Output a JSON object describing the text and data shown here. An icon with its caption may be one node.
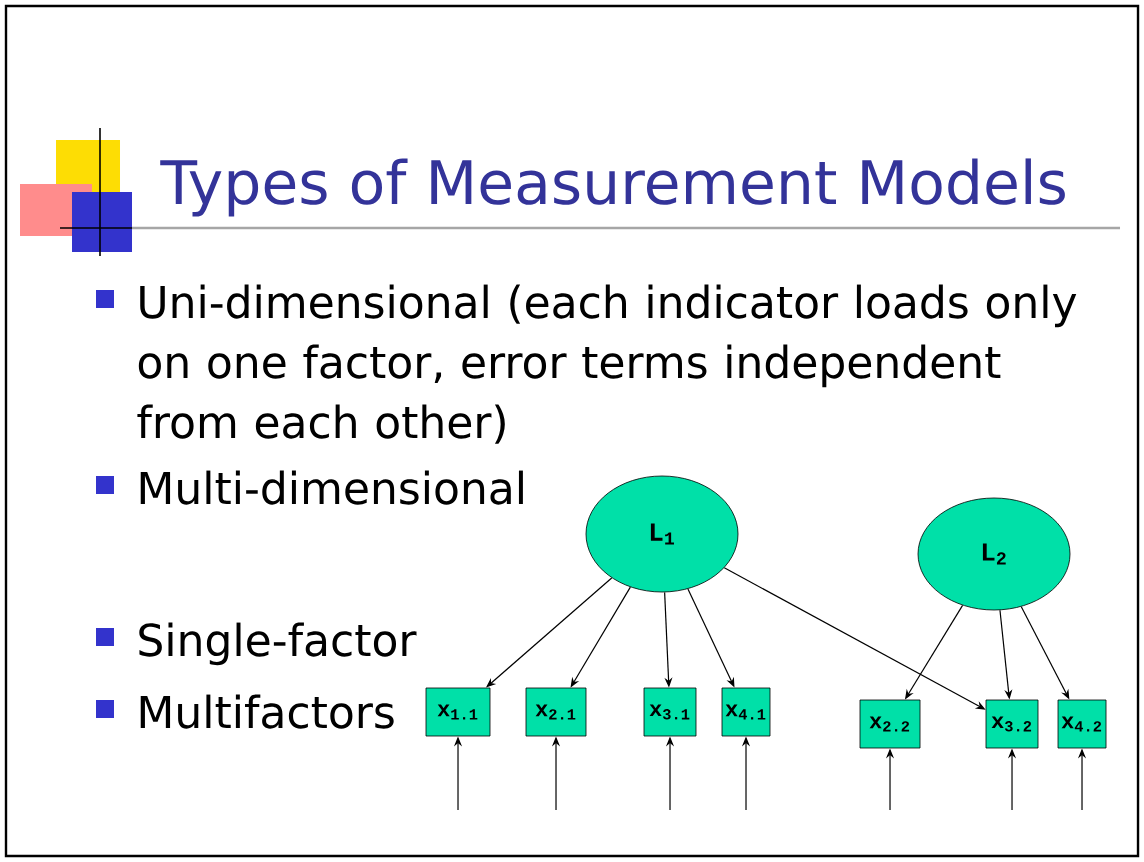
{
  "diagram": {
    "title": "Types of Measurement Models",
    "nodes": [
      {
        "text": [
          "L$_{1}$"
        ]
      },
      {
        "text": [
          "L$_{2}$"
        ]
      },
      {
        "text": [
          "x$_{1.1}$"
        ]
      },
      {
        "text": [
          "x$_{2.1}$"
        ]
      },
      {
        "text": [
          "x$_{3.1}$"
        ]
      },
      {
        "text": [
          "x$_{4.1}$"
        ]
      },
      {
        "text": [
          "x$_{2.2}$"
        ]
      },
      {
        "text": [
          "x$_{3.2}$"
        ]
      },
      {
        "text": [
          "x$_{4.2}$"
        ]
      }
    ],
    "edges": [
      {
        "from": 0,
        "to": 2,
        "arrow": "to"
      },
      {
        "from": 0,
        "to": 3,
        "arrow": "to"
      },
      {
        "from": 0,
        "to": 4,
        "arrow": "to"
      },
      {
        "from": 0,
        "to": 5,
        "arrow": "to"
      },
      {
        "from": 0,
        "to": 7,
        "arrow": "to"
      },
      {
        "from": 1,
        "to": 6,
        "arrow": "to"
      },
      {
        "from": 1,
        "to": 7,
        "arrow": "to"
      },
      {
        "from": 1,
        "to": 8,
        "arrow": "to"
      },
      {
        "from": null,
        "to": 2,
        "arrow": "to"
      },
      {
        "from": null,
        "to": 3,
        "arrow": "to"
      },
      {
        "from": null,
        "to": 4,
        "arrow": "to"
      },
      {
        "from": null,
        "to": 5,
        "arrow": "to"
      },
      {
        "from": null,
        "to": 6,
        "arrow": "to"
      },
      {
        "from": null,
        "to": 7,
        "arrow": "to"
      },
      {
        "from": null,
        "to": 8,
        "arrow": "to"
      }
    ],
    "labels": [
      "Uni-dimensional (each indicator loads only on one factor, error terms independent from each other)",
      "Multi-dimensional",
      "Single-factor",
      "Multifactors"
    ]
  }
}
